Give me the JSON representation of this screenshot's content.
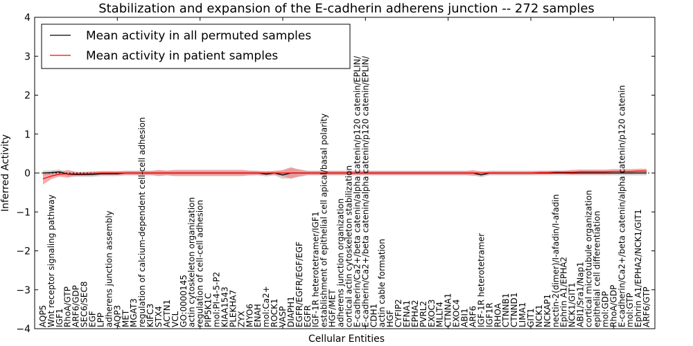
{
  "chart_data": {
    "type": "line",
    "title": "Stabilization and expansion of the E-cadherin adherens junction -- 272 samples",
    "xlabel": "Cellular Entities",
    "ylabel": "Inferred Activity",
    "ylim": [
      -4,
      4
    ],
    "xlim": [
      0,
      75
    ],
    "yticks": [
      "4",
      "3",
      "2",
      "1",
      "0",
      "−1",
      "−2",
      "−3",
      "−4"
    ],
    "legend_position": "top-left",
    "colors": {
      "patient": "#ff0000",
      "permuted": "#000000",
      "patient_band": "#f08080",
      "permuted_band": "#c8c8c8"
    },
    "categories": [
      "AQP5",
      "Wnt receptor signaling pathway",
      "IGF1",
      "RhoA/GTP",
      "ARF6/GDP",
      "SEC6/SEC8",
      "EGF",
      "LPP",
      "adherens junction assembly",
      "AQP3",
      "MET",
      "MGAT3",
      "regulation of calcium-dependent cell-cell adhesion",
      "KIFC3",
      "STX4",
      "ACTN1",
      "VCL",
      "GO:0000145",
      "actin cytoskeleton organization",
      "regulation of cell-cell adhesion",
      "PIP5K1C",
      "mol:PI-4-5-P2",
      "KIAA1543",
      "PLEKHA7",
      "ZYX",
      "MYO6",
      "ENAH",
      "mol:Ca2+",
      "ROCK1",
      "VASP",
      "DIAPH1",
      "EGFR/EGFR/EGF/EGF",
      "EGFR",
      "IGF-1R heterotetramer/IGF1",
      "establishment of epithelial cell apical/basal polarity",
      "HGF/MET",
      "adherens junction organization",
      "cortical actin cytoskeleton stabilization",
      "E-cadherin/Ca2+/beta catenin/alpha catenin/p120 catenin/EPLIN/",
      "E-cadherin/Ca2+/beta catenin/alpha catenin/p120 catenin/EPLIN/",
      "CDH1",
      "actin cable formation",
      "HGF",
      "CYFIP2",
      "EFNA1",
      "EPHA2",
      "PVRL2",
      "EXOC3",
      "MLLT4",
      "CTNNA1",
      "EXOC4",
      "ABI1",
      "ARF6",
      "IGF-1R heterotetramer",
      "IGF1R",
      "RHOA",
      "CTNNB1",
      "CTNND1",
      "LIMA1",
      "GIT1",
      "NCK1",
      "NCKAP1",
      "nectin-2(dimer)/I-afadin/I-afadin",
      "Ephrin A1/EPHA2",
      "NCK1/GIT1",
      "ABI1/Sra1/Nap1",
      "cortical microtubule organization",
      "epithelial cell differentiation",
      "mol:GDP",
      "RhoA/GDP",
      "E-cadherin/Ca2+/beta catenin/alpha catenin/p120 catenin",
      "mol:GTP",
      "Ephrin A1/EPHA2/NCK1/GIT1",
      "ARF6/GTP"
    ],
    "series": [
      {
        "name": "Mean activity in all permuted samples",
        "values": [
          0,
          0.01,
          0.03,
          -0.03,
          -0.04,
          -0.04,
          -0.04,
          -0.02,
          -0.02,
          -0.02,
          0,
          0,
          0,
          0,
          0,
          0,
          0,
          0,
          0,
          0,
          0,
          0,
          0,
          0,
          0,
          0,
          0,
          -0.03,
          0,
          -0.05,
          0,
          0,
          0,
          0,
          0,
          0,
          0,
          0,
          0,
          0,
          0,
          0,
          0,
          0,
          0,
          0,
          0,
          0,
          0,
          0,
          0,
          0,
          0,
          -0.05,
          0,
          0,
          0,
          0,
          0,
          0,
          0,
          0,
          0,
          0,
          0,
          0,
          0,
          0,
          0,
          0,
          0,
          0,
          0,
          0
        ],
        "std": [
          0.06,
          0.06,
          0.06,
          0.06,
          0.06,
          0.06,
          0.06,
          0.06,
          0.06,
          0.06,
          0.06,
          0.06,
          0.06,
          0.06,
          0.06,
          0.06,
          0.06,
          0.06,
          0.06,
          0.06,
          0.06,
          0.06,
          0.06,
          0.06,
          0.06,
          0.06,
          0.06,
          0.06,
          0.06,
          0.1,
          0.13,
          0.1,
          0.06,
          0.06,
          0.06,
          0.06,
          0.06,
          0.06,
          0.06,
          0.06,
          0.06,
          0.06,
          0.06,
          0.06,
          0.06,
          0.06,
          0.06,
          0.06,
          0.06,
          0.06,
          0.06,
          0.06,
          0.06,
          0.06,
          0.06,
          0.06,
          0.06,
          0.06,
          0.06,
          0.06,
          0.06,
          0.06,
          0.06,
          0.06,
          0.06,
          0.06,
          0.06,
          0.06,
          0.06,
          0.06,
          0.06,
          0.06,
          0.06,
          0.06
        ]
      },
      {
        "name": "Mean activity in patient samples",
        "values": [
          -0.15,
          -0.08,
          -0.03,
          -0.02,
          -0.02,
          -0.02,
          -0.01,
          0,
          0,
          0,
          0,
          0,
          0,
          0,
          0,
          0,
          0,
          0,
          0,
          0,
          0,
          0,
          0,
          0,
          0,
          0,
          0,
          0,
          0,
          0,
          0,
          0,
          0,
          0,
          0,
          0,
          0,
          0,
          0,
          0,
          0,
          0,
          0,
          0,
          0,
          0,
          0,
          0,
          0,
          0,
          0,
          0,
          0,
          0,
          0,
          0,
          0,
          0,
          0,
          0,
          0.01,
          0.01,
          0.02,
          0.02,
          0.02,
          0.03,
          0.03,
          0.03,
          0.03,
          0.04,
          0.04,
          0.04,
          0.05,
          0.05
        ],
        "std": [
          0.15,
          0.08,
          0.06,
          0.1,
          0.05,
          0.05,
          0.05,
          0.05,
          0.05,
          0.05,
          0.05,
          0.05,
          0.05,
          0.05,
          0.08,
          0.06,
          0.08,
          0.08,
          0.08,
          0.08,
          0.08,
          0.08,
          0.08,
          0.08,
          0.08,
          0.06,
          0.05,
          0.05,
          0.05,
          0.08,
          0.15,
          0.08,
          0.05,
          0.05,
          0.05,
          0.05,
          0.05,
          0.05,
          0.05,
          0.05,
          0.05,
          0.05,
          0.05,
          0.05,
          0.05,
          0.05,
          0.05,
          0.05,
          0.05,
          0.05,
          0.05,
          0.05,
          0.07,
          0.05,
          0.04,
          0.04,
          0.04,
          0.04,
          0.04,
          0.04,
          0.04,
          0.04,
          0.04,
          0.04,
          0.06,
          0.06,
          0.06,
          0.06,
          0.06,
          0.06,
          0.06,
          0.06,
          0.06,
          0.06
        ]
      }
    ]
  }
}
